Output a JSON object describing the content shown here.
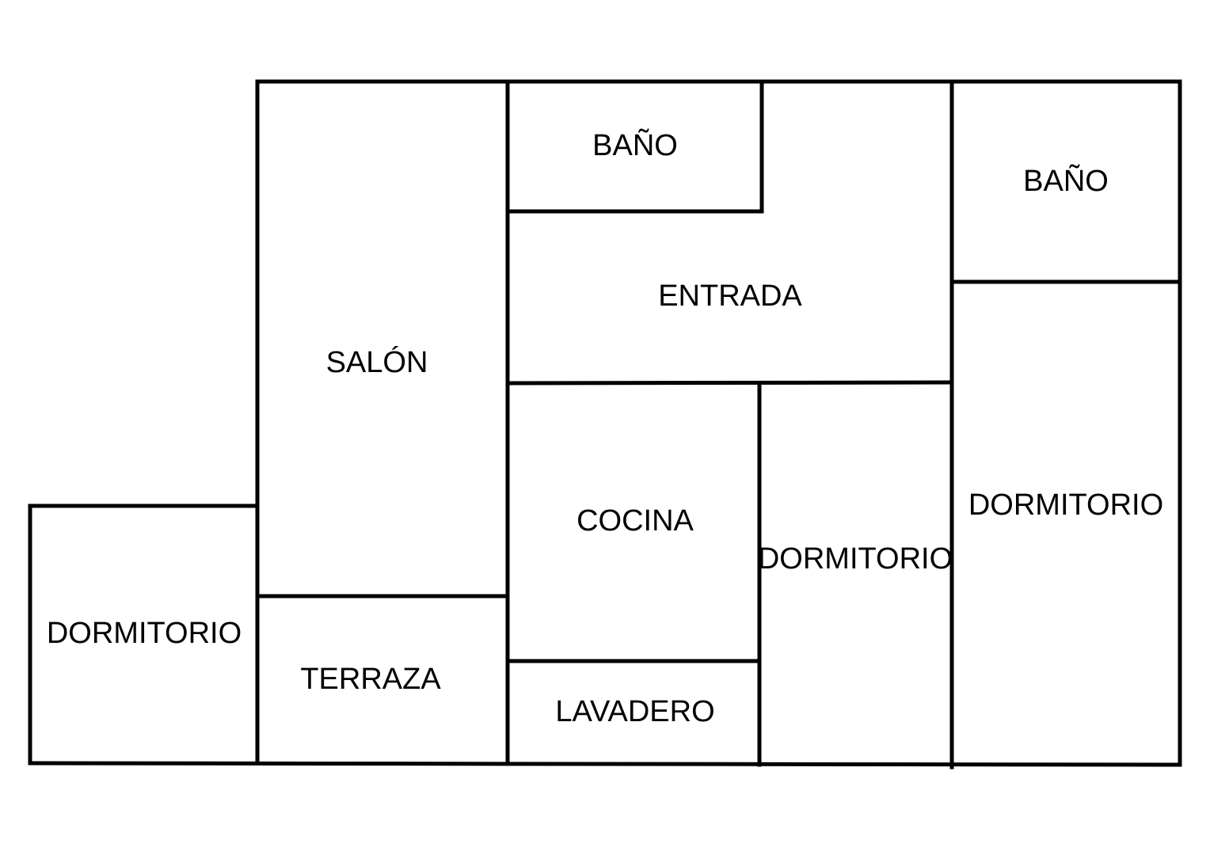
{
  "colors": {
    "background": "#ffffff",
    "walls": "#000000",
    "text": "#000000"
  },
  "rooms": {
    "bano_1": "BAÑO",
    "bano_2": "BAÑO",
    "entrada": "ENTRADA",
    "salon": "SALÓN",
    "cocina": "COCINA",
    "dormitorio_center": "DORMITORIO",
    "dormitorio_right": "DORMITORIO",
    "dormitorio_left": "DORMITORIO",
    "terraza": "TERRAZA",
    "lavadero": "LAVADERO"
  }
}
